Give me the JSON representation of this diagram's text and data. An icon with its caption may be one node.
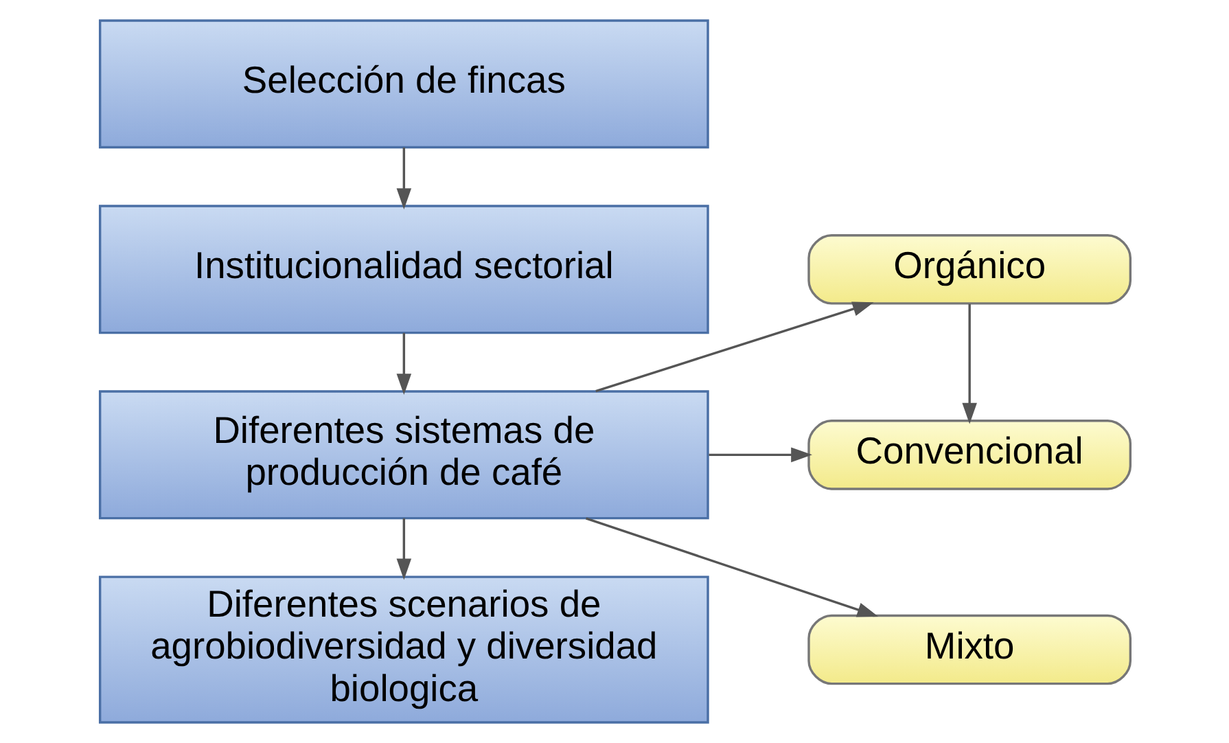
{
  "diagram": {
    "nodes": [
      {
        "text": [
          "Selección de fincas"
        ]
      },
      {
        "text": [
          "Institucionalidad sectorial"
        ]
      },
      {
        "text": [
          "Diferentes sistemas de producción de café"
        ]
      },
      {
        "text": [
          "Diferentes scenarios de agrobiodiversidad y diversidad biologica"
        ]
      },
      {
        "text": [
          "Orgánico"
        ]
      },
      {
        "text": [
          "Convencional"
        ]
      },
      {
        "text": [
          "Mixto"
        ]
      }
    ],
    "edges": [
      {
        "from": 0,
        "to": 1,
        "arrow": "to"
      },
      {
        "from": 1,
        "to": 2,
        "arrow": "to"
      },
      {
        "from": 2,
        "to": 4,
        "arrow": "to"
      },
      {
        "from": 2,
        "to": 5,
        "arrow": "to"
      },
      {
        "from": 2,
        "to": 6,
        "arrow": "to"
      },
      {
        "from": 4,
        "to": 5,
        "arrow": "to"
      },
      {
        "from": 2,
        "to": 3,
        "arrow": "to"
      }
    ]
  }
}
